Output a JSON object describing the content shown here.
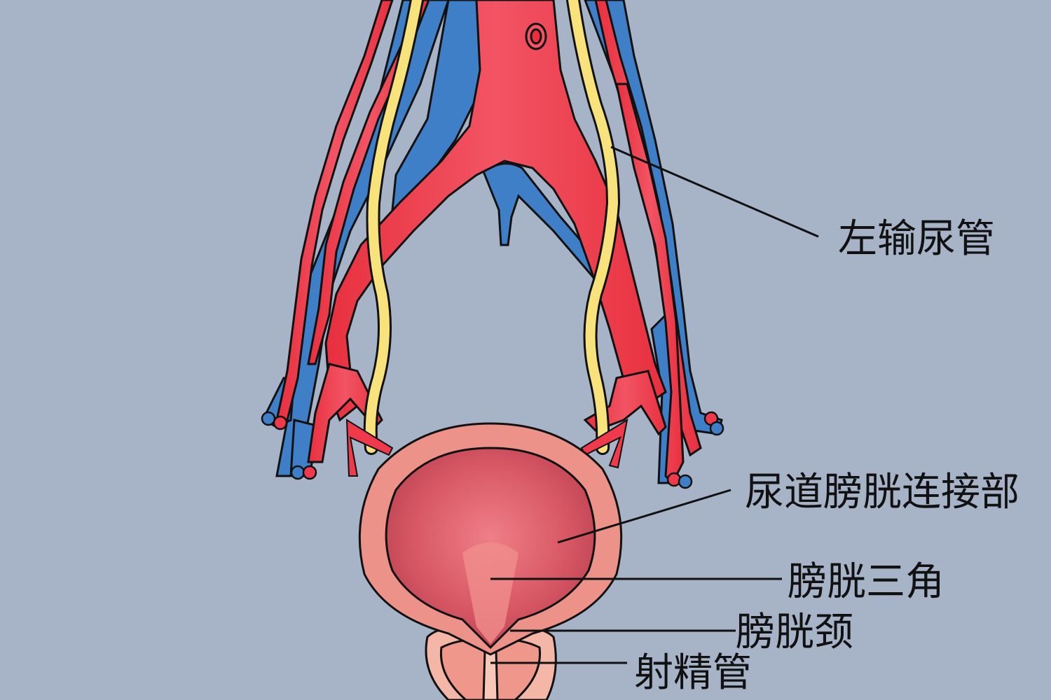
{
  "labels": {
    "left_ureter": "左输尿管",
    "ureterovesical_junction": "尿道膀胱连接部",
    "trigone": "膀胱三角",
    "bladder_neck": "膀胱颈",
    "ejaculatory_duct": "射精管"
  },
  "colors": {
    "background": "#a7b3c6",
    "artery": "#f03a4c",
    "vein": "#3f7fc8",
    "ureter": "#f7e27c",
    "bladder_wall": "#ec9288",
    "bladder_lumen": "#d95866",
    "outline": "#111111"
  }
}
